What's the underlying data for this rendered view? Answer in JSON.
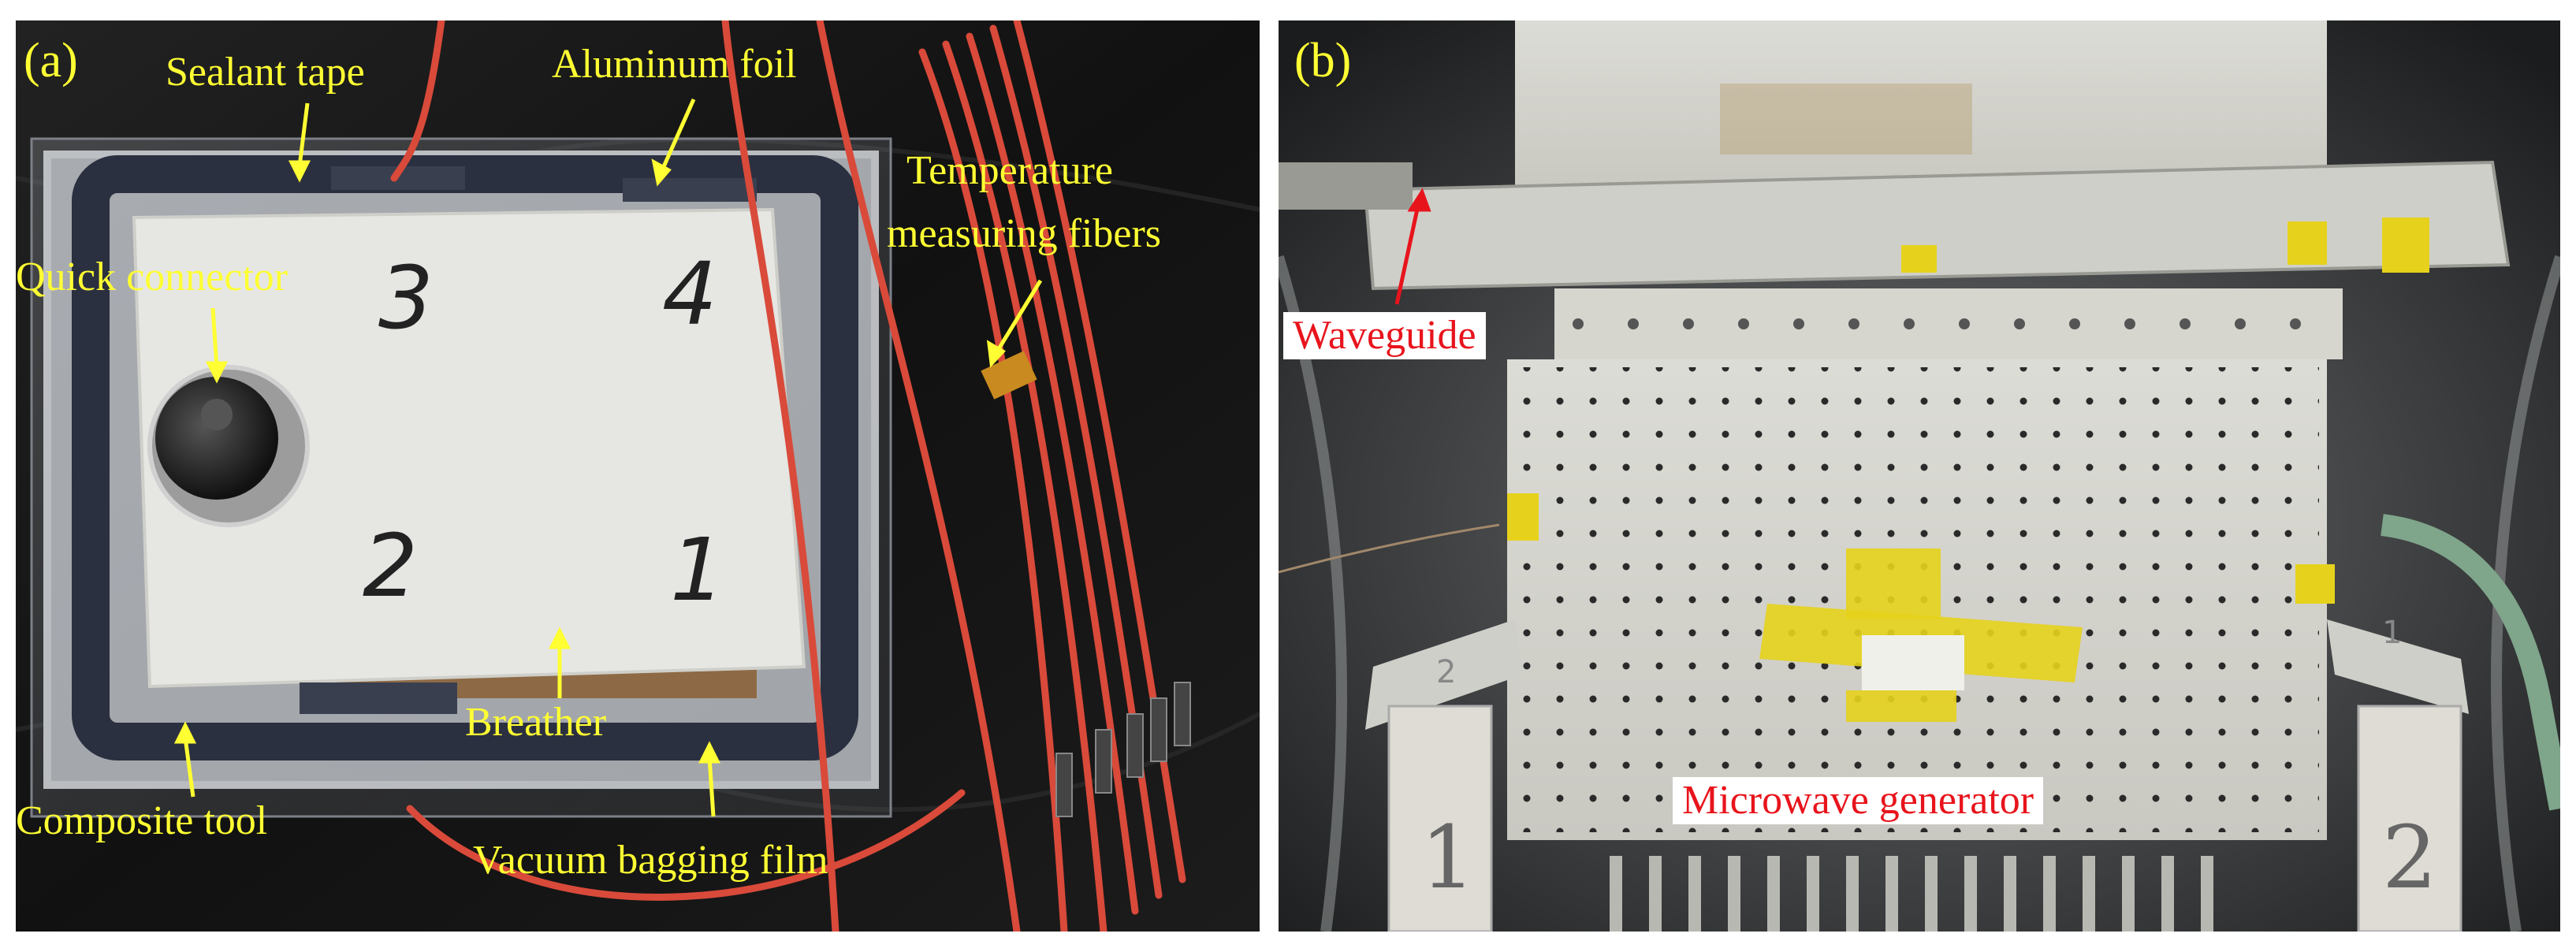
{
  "panel_a": {
    "letter": "(a)",
    "labels": {
      "sealant_tape": "Sealant tape",
      "aluminum_foil": "Aluminum foil",
      "temperature_fibers_line1": "Temperature",
      "temperature_fibers_line2": "measuring fibers",
      "quick_connector": "Quick connector",
      "breather": "Breather",
      "composite_tool": "Composite tool",
      "vacuum_bagging_film": "Vacuum bagging film"
    },
    "zone_numbers": [
      "3",
      "4",
      "2",
      "1"
    ]
  },
  "panel_b": {
    "letter": "(b)",
    "labels": {
      "waveguide": "Waveguide",
      "microwave_generator": "Microwave generator"
    },
    "bracket_numbers": [
      "2",
      "1",
      "1",
      "2"
    ]
  },
  "colors": {
    "annotation_yellow": "#ffff33",
    "annotation_red": "#e8141c",
    "fiber_red": "#d94a3a",
    "sealant_dark": "#2b3040",
    "breather_white": "#e6e6e3"
  }
}
